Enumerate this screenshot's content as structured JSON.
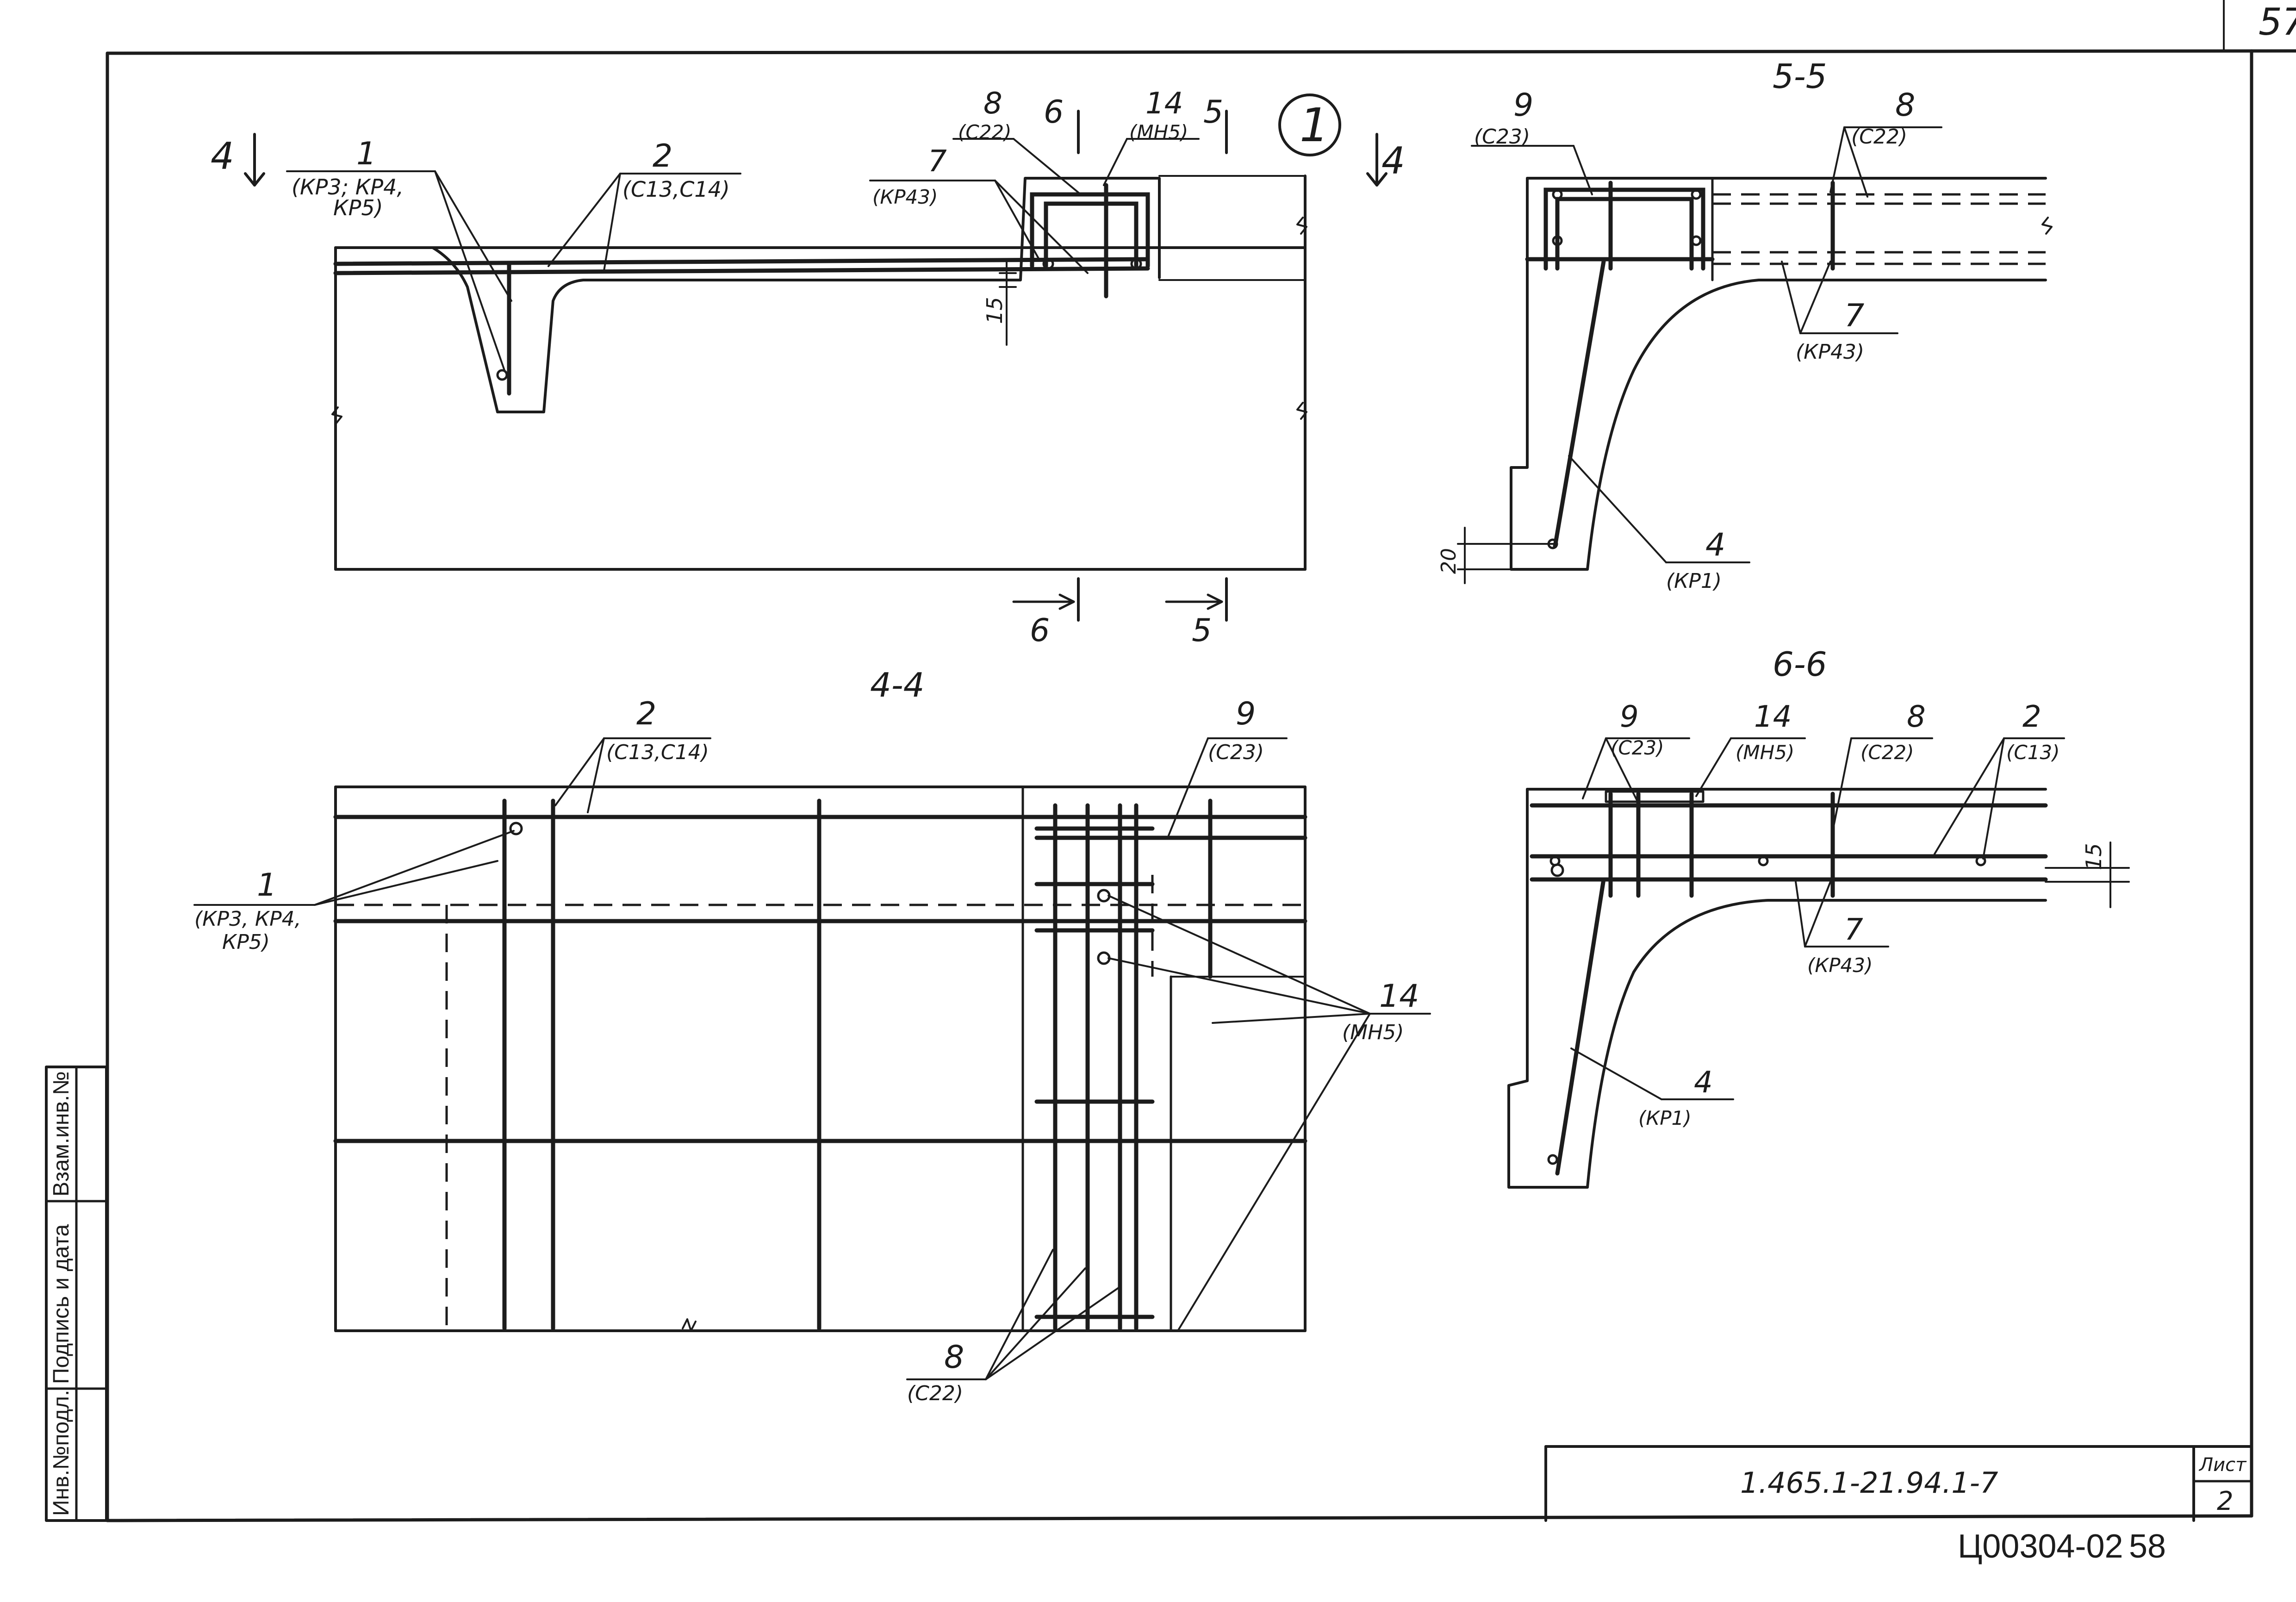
{
  "sheet": {
    "corner_number": "57",
    "detail_marker": "1",
    "designation": "1.465.1-21.94.1-7",
    "sheet_label": "Лист",
    "sheet_number": "2",
    "archive_number": "Ц00304-02",
    "archive_page": "58"
  },
  "side_stamp": {
    "inv_podl": "Инв.№подл.",
    "podpis_data": "Подпись и дата",
    "vzam_inv": "Взам.инв.№"
  },
  "section_titles": {
    "s55": "5-5",
    "s44": "4-4",
    "s66": "6-6"
  },
  "cut_marks": {
    "c4": "4",
    "c5": "5",
    "c6": "6"
  },
  "dimensions": {
    "d15": "15",
    "d20": "20"
  },
  "callouts": {
    "pos1": {
      "num": "1",
      "code": "(КР3; КР4,",
      "code2": "КР5)"
    },
    "pos1b": {
      "num": "1",
      "code": "(КР3, КР4,",
      "code2": "КР5)"
    },
    "pos2": {
      "num": "2",
      "code": "(С13,С14)"
    },
    "pos2c": {
      "num": "2",
      "code": "(С13)"
    },
    "pos4": {
      "num": "4",
      "code": "(КР1)"
    },
    "pos7": {
      "num": "7",
      "code": "(КР43)"
    },
    "pos8": {
      "num": "8",
      "code": "(С22)"
    },
    "pos9": {
      "num": "9",
      "code": "(С23)"
    },
    "pos14": {
      "num": "14",
      "code": "(МН5)"
    }
  }
}
